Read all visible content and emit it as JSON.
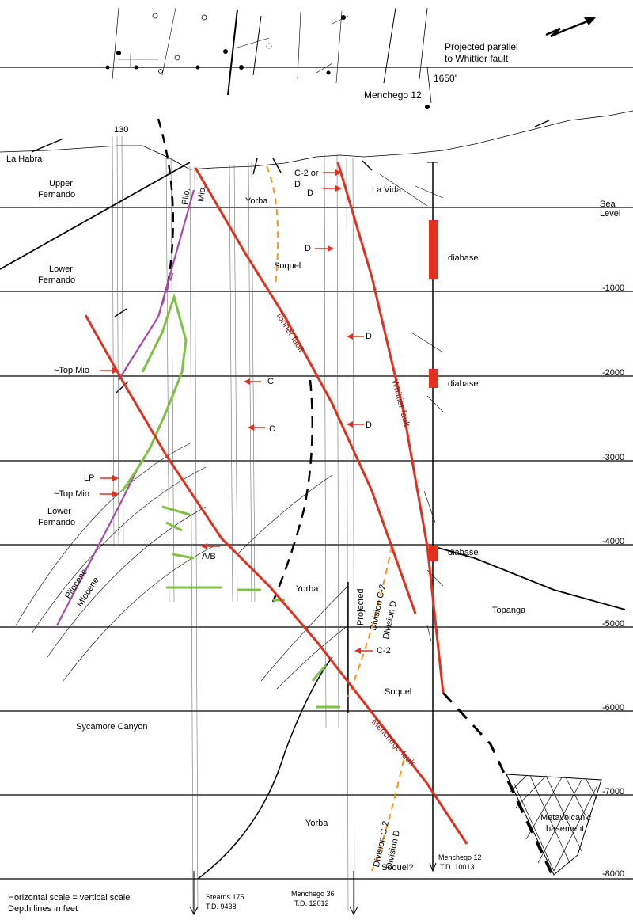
{
  "header": {
    "projection_note_line1": "Projected parallel",
    "projection_note_line2": "to Whittier fault",
    "well_elevation": "1650'",
    "projected_well": "Menchego 12"
  },
  "depth_axis": {
    "unit": "feet",
    "labels": [
      "Sea",
      "Level",
      "-1000",
      "-2000",
      "-3000",
      "-4000",
      "-5000",
      "-6000",
      "-7000",
      "-8000"
    ]
  },
  "units": {
    "la_habra": "La Habra",
    "upper_fernando_1": "Upper",
    "upper_fernando_2": "Fernando",
    "lower_fernando_1": "Lower",
    "lower_fernando_2": "Fernando",
    "lower_fernando_b1": "Lower",
    "lower_fernando_b2": "Fernando",
    "la_vida": "La Vida",
    "yorba_top": "Yorba",
    "soquel_top": "Soquel",
    "yorba_mid": "Yorba",
    "topanga": "Topanga",
    "soquel_mid": "Soquel",
    "sycamore_canyon": "Sycamore Canyon",
    "yorba_bottom": "Yorba",
    "soquel_q": "Soquel?",
    "metavolcanic_1": "Metavolcanic",
    "metavolcanic_2": "basement"
  },
  "markers": {
    "well_130": "130",
    "plio": "Plio.",
    "mio": "Mio.",
    "c2_or": "C-2 or",
    "d_a": "D",
    "d_b": "D",
    "d_c": "D",
    "d_d": "D",
    "d_e": "D",
    "c_a": "C",
    "c_b": "C",
    "top_mio_1": "~Top Mio",
    "lp": "LP",
    "top_mio_2": "~Top Mio",
    "ab": "A/B",
    "c2": "C-2",
    "pliocene": "Pliocene",
    "miocene": "Miocene",
    "projected": "Projected",
    "div_c2_a": "Division C-2",
    "div_d_a": "Division D",
    "div_c2_b": "Division C-2",
    "div_d_b": "Division D"
  },
  "faults": {
    "tonner": "Tonner fault",
    "whittier": "Whittier fault",
    "menchego": "Menchego fault"
  },
  "diabase": [
    "diabase",
    "diabase",
    "diabase"
  ],
  "wells": {
    "stearns_name": "Stearns 175",
    "stearns_td": "T.D. 9438",
    "menchego36_name": "Menchego 36",
    "menchego36_td": "T.D. 12012",
    "menchego12_name": "Menchego 12",
    "menchego12_td": "T.D. 10013"
  },
  "footer": {
    "scale_note": "Horizontal scale = vertical scale",
    "depth_note": "Depth lines in feet"
  },
  "colors": {
    "fault_red": "#e0301e",
    "arrow_red": "#e0301e",
    "green_marker": "#7dc242",
    "orange_dashed": "#f7941d",
    "purple_line": "#a64ca6",
    "diabase_red": "#e0301e",
    "ink": "#000000"
  },
  "icons": [
    "north-arrow-icon",
    "well-symbol-icon"
  ]
}
